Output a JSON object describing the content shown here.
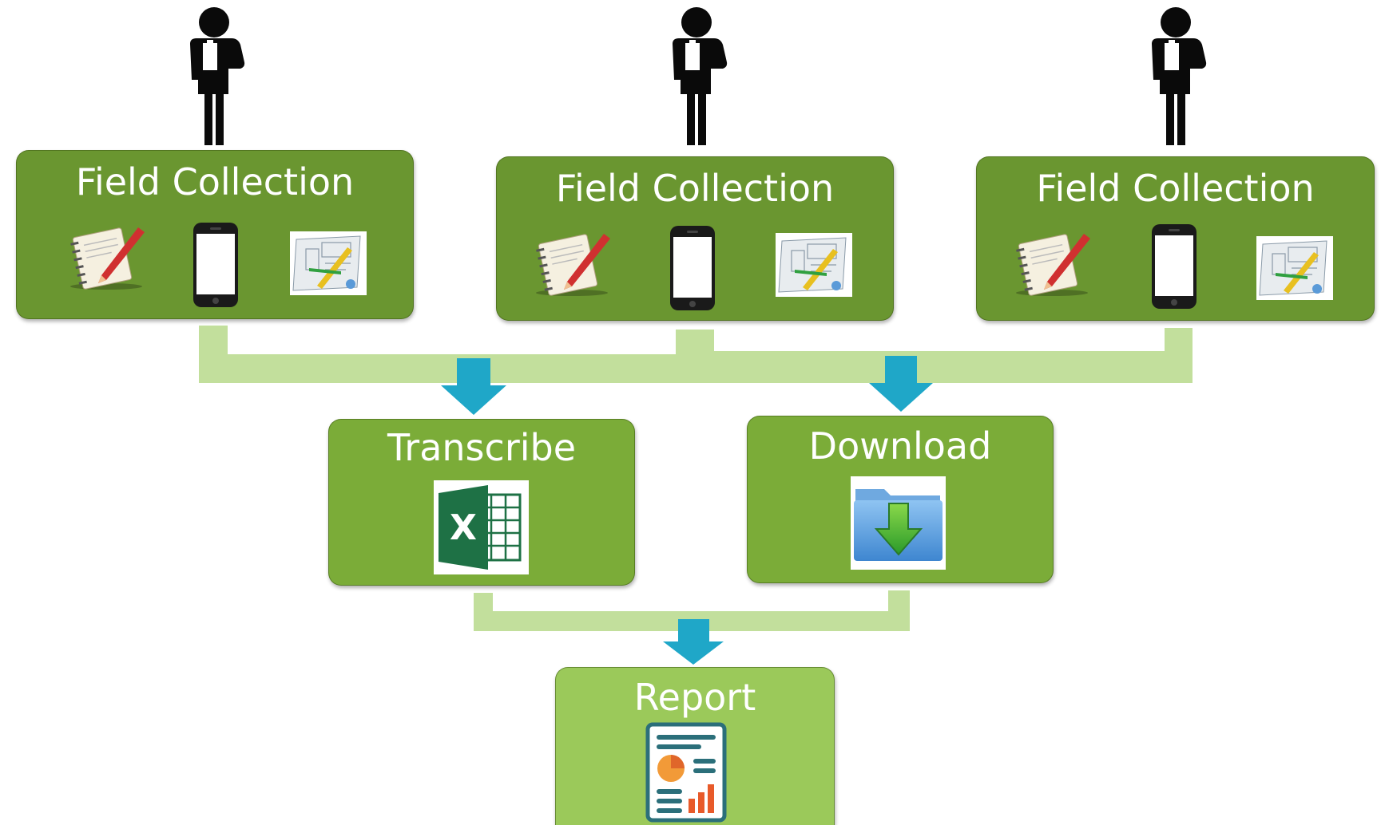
{
  "field_boxes": [
    {
      "label": "Field Collection",
      "icons": [
        "notebook-pencil-icon",
        "smartphone-icon",
        "blueprint-drawing-icon"
      ]
    },
    {
      "label": "Field Collection",
      "icons": [
        "notebook-pencil-icon",
        "smartphone-icon",
        "blueprint-drawing-icon"
      ]
    },
    {
      "label": "Field Collection",
      "icons": [
        "notebook-pencil-icon",
        "smartphone-icon",
        "blueprint-drawing-icon"
      ]
    }
  ],
  "transcribe": {
    "label": "Transcribe",
    "icon": "excel-icon",
    "icon_letter": "X"
  },
  "download": {
    "label": "Download",
    "icon": "download-folder-icon"
  },
  "report": {
    "label": "Report",
    "icon": "report-document-icon"
  },
  "colors": {
    "field_box": "#6a9630",
    "middle_box": "#7bac38",
    "report_box": "#9bc95a",
    "connector": "#c2df9c",
    "arrow": "#1fa7c8",
    "person": "#0a0a0a"
  }
}
